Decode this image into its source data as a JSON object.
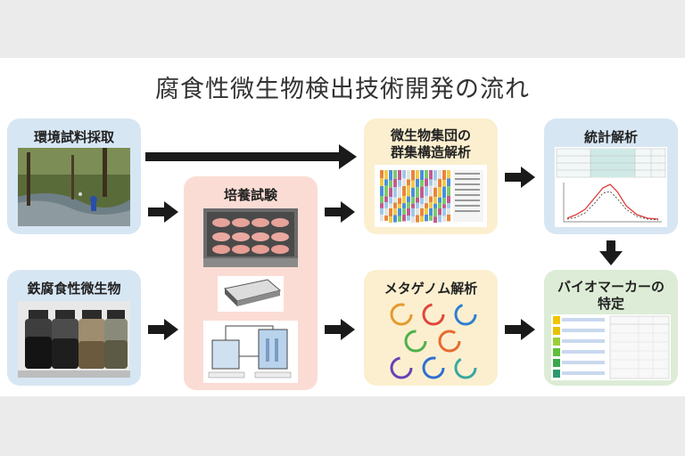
{
  "title": "腐食性微生物検出技術開発の流れ",
  "boxes": {
    "environment_sampling": "環境試料採取",
    "iron_corrosive_microbes": "鉄腐食性微生物",
    "cultivation_test": "培養試験",
    "community_analysis_line1": "微生物集団の",
    "community_analysis_line2": "群集構造解析",
    "statistical_analysis": "統計解析",
    "metagenome_analysis": "メタゲノム解析",
    "biomarker_line1": "バイオマーカーの",
    "biomarker_line2": "特定"
  },
  "colors": {
    "blue_box": "#d7e6f3",
    "pink_box": "#fbdcd4",
    "yellow_box": "#fbefcf",
    "green_box": "#dcecd6",
    "arrow": "#1a1a1a"
  },
  "icons": {
    "arrow": "arrow-right-icon",
    "down_arrow": "arrow-down-icon"
  }
}
